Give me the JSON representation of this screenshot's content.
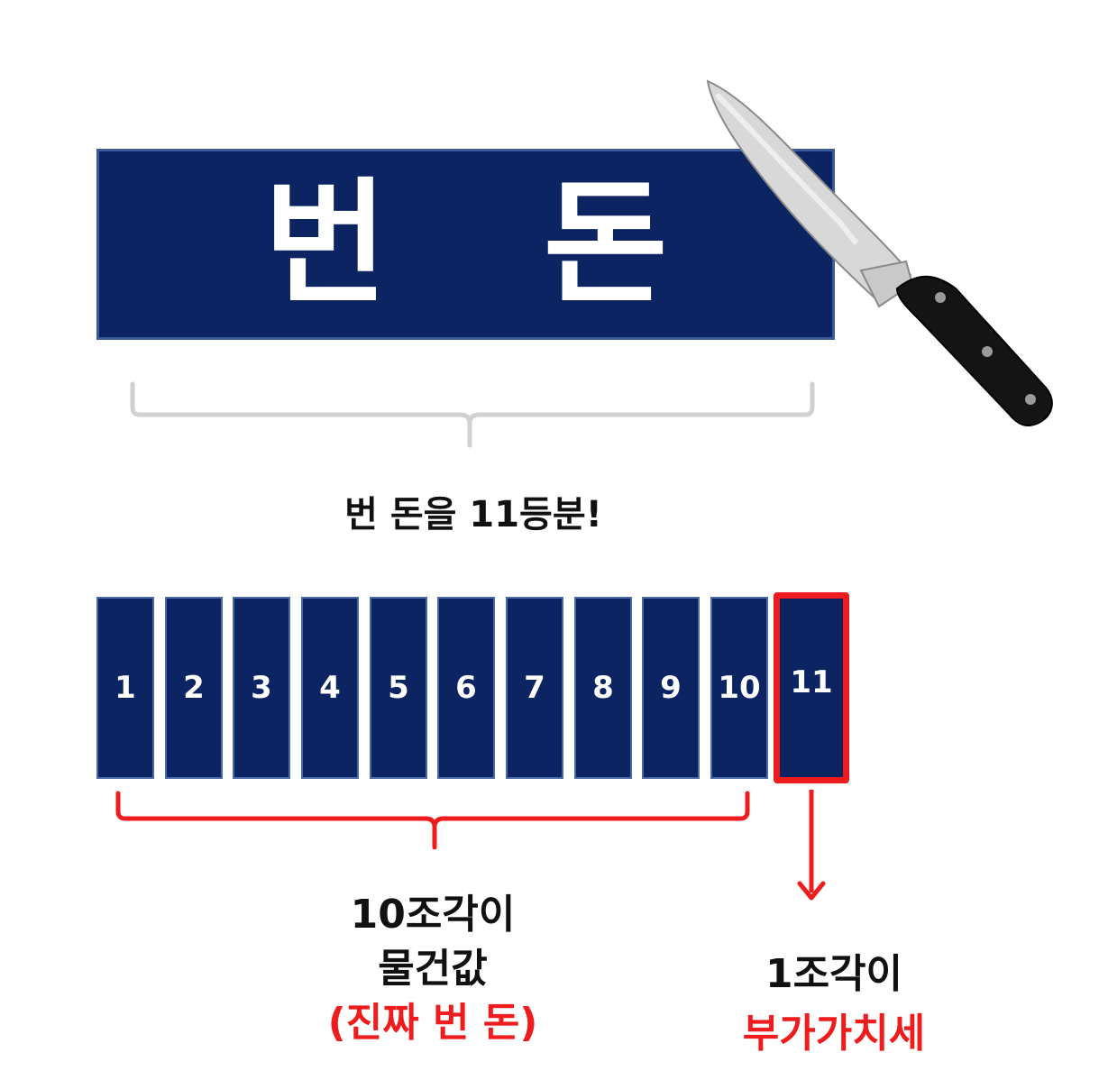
{
  "banner": {
    "text": "번 돈"
  },
  "caption": "번 돈을 11등분!",
  "pieces": [
    "1",
    "2",
    "3",
    "4",
    "5",
    "6",
    "7",
    "8",
    "9",
    "10",
    "11"
  ],
  "left_label": {
    "line1": "10조각이",
    "line2": "물건값",
    "line3": "(진짜 번 돈)"
  },
  "right_label": {
    "line1": "1조각이",
    "line2": "부가가치세"
  },
  "colors": {
    "navy": "#0c2461",
    "red": "#ee1c1c",
    "gray_bracket": "#d0d0d0"
  },
  "icons": {
    "knife": "knife-icon"
  }
}
